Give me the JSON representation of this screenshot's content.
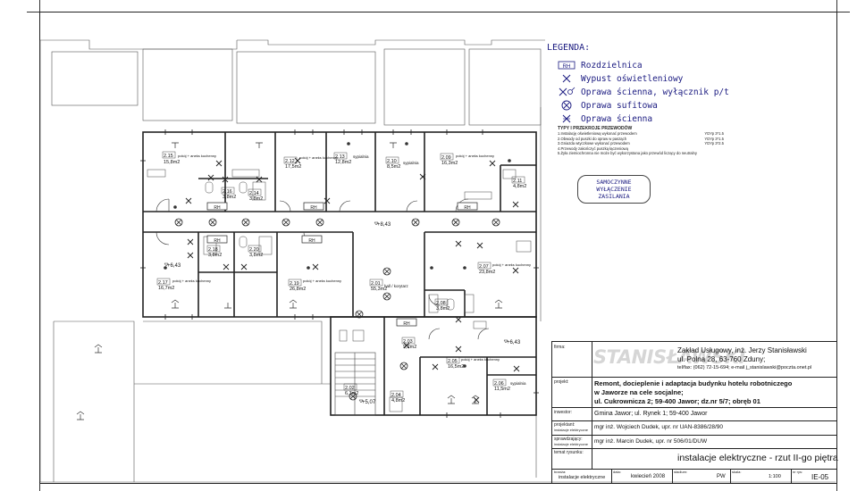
{
  "legend": {
    "title": "LEGENDA:",
    "items": [
      {
        "icon": "distribution-box-icon",
        "box_text": "RH",
        "label": "Rozdzielnica"
      },
      {
        "icon": "lighting-outlet-icon",
        "label": "Wypust oświetleniowy"
      },
      {
        "icon": "wall-luminaire-switch-icon",
        "label": "Oprawa ścienna, wyłącznik p/t"
      },
      {
        "icon": "ceiling-luminaire-icon",
        "label": "Oprawa sufitowa"
      },
      {
        "icon": "wall-luminaire-icon",
        "label": "Oprawa ścienna"
      }
    ]
  },
  "cable_types": {
    "title": "TYPY I PRZEKROJE PRZEWODÓW",
    "rows": [
      {
        "text": "1.Instalację oświetleniową wykonać przewodem",
        "code": "YDYp 3*1.5"
      },
      {
        "text": "2.Obwody od puszki do opraw w pasząch",
        "code": "YDYp 3*1.5"
      },
      {
        "text": "3.Gniazda wtyczkowe wykonać przewodem",
        "code": "YDYp 3*2.5"
      },
      {
        "text": "4.Przewody zakończyć puszką łączeniową",
        "code": ""
      },
      {
        "text": "5.Żyła ziemiochronna nie może być wykorzystana jako przewód liczący do neutralny",
        "code": ""
      }
    ]
  },
  "note": {
    "line1": "SAMOCZYNNE WYŁĄCZENIE",
    "line2": "ZASILANIA"
  },
  "rooms": [
    {
      "id": "r215",
      "num": "2.15",
      "area": "15,8m2",
      "name": "pokój + aneks kuchenny"
    },
    {
      "id": "r212",
      "num": "2.12",
      "area": "17,5m2",
      "name": "pokój + aneks kuchenny"
    },
    {
      "id": "r213",
      "num": "2.13",
      "area": "12,8m2",
      "name": "sypialnia"
    },
    {
      "id": "r210",
      "num": "2.10",
      "area": "8,5m2",
      "name": "sypialnia"
    },
    {
      "id": "r209",
      "num": "2.09",
      "area": "16,3m2",
      "name": "pokój + aneks kuchenny"
    },
    {
      "id": "r216",
      "num": "2.16",
      "area": "3,8m2",
      "name": ""
    },
    {
      "id": "r214",
      "num": "2.14",
      "area": "3,8m2",
      "name": ""
    },
    {
      "id": "r211",
      "num": "2.11",
      "area": "4,8m2",
      "name": ""
    },
    {
      "id": "r218",
      "num": "2.18",
      "area": "3,8m2",
      "name": ""
    },
    {
      "id": "r220",
      "num": "2.20",
      "area": "3,8m2",
      "name": ""
    },
    {
      "id": "r207",
      "num": "2.07",
      "area": "23,8m2",
      "name": "pokój + aneks kuchenny"
    },
    {
      "id": "r217",
      "num": "2.17",
      "area": "16,7m2",
      "name": "pokój + aneks kuchenny"
    },
    {
      "id": "r219",
      "num": "2.19",
      "area": "26,8m2",
      "name": "pokój + aneks kuchenny"
    },
    {
      "id": "r201",
      "num": "2.01",
      "area": "55,3m2",
      "name": "hall / korytarz"
    },
    {
      "id": "r208",
      "num": "2.08",
      "area": "3,8m2",
      "name": ""
    },
    {
      "id": "r203",
      "num": "2.03",
      "area": "9,2m2",
      "name": ""
    },
    {
      "id": "r205",
      "num": "2.05",
      "area": "16,5m2",
      "name": "pokój + aneks kuchenny"
    },
    {
      "id": "r206",
      "num": "2.06",
      "area": "11,5m2",
      "name": "sypialnia"
    },
    {
      "id": "r202",
      "num": "2.02",
      "area": "6,3m2",
      "name": ""
    },
    {
      "id": "r204",
      "num": "2.04",
      "area": "4,8m2",
      "name": ""
    }
  ],
  "levels": {
    "l1": "+8,43",
    "l2": "+6,43",
    "l3": "+6,43",
    "l4": "+5,07"
  },
  "boards": {
    "b1": "RH",
    "b2": "RH",
    "b3": "RH",
    "b4": "RH",
    "b5": "RH",
    "b6": "RH"
  },
  "title_block": {
    "firm_label": "firma:",
    "logo_text": "STANISŁAWSKI",
    "company": "Zakład Usługowy, inż. Jerzy Stanisławski",
    "address": "ul. Polna 28, 63-760 Zduny;",
    "contact": "tel/fax: (062) 72-15-694; e-mail j_stanislawski@poczta.onet.pl",
    "project_label": "projekt:",
    "project_1": "Remont, docieplenie i adaptacja budynku hotelu robotniczego",
    "project_2": "w Jaworze na cele socjalne;",
    "project_3": "ul. Cukrownicza 2; 59-400 Jawor; dz.nr 5/7; obręb 01",
    "investor_label": "inwestor:",
    "investor": "Gmina Jawor; ul. Rynek 1; 59-400 Jawor",
    "designer_label": "projektant:",
    "designer_sub": "instalacje elektryczne",
    "designer": "mgr inż. Wojciech Dudek, upr. nr UAN-8386/28/90",
    "checker_label": "sprawdzający:",
    "checker_sub": "instalacje elektryczne",
    "checker": "mgr inż. Marcin Dudek, upr. nr 506/01/DUW",
    "drawing_label": "temat rysunku:",
    "drawing": "instalacje elektryczne - rzut II-go piętra",
    "branch_label": "branża:",
    "branch": "instalacje elektryczne",
    "date_label": "data:",
    "date": "kwiecień 2008",
    "stage_label": "stadium:",
    "stage": "PW",
    "scale_label": "skala:",
    "scale": "1:100",
    "sheet_label": "nr rys:",
    "sheet": "IE-05"
  }
}
